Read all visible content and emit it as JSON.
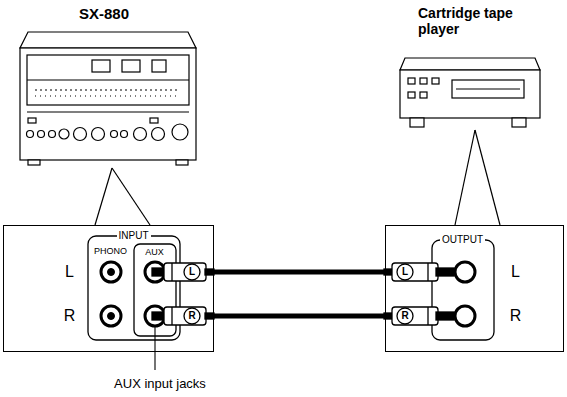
{
  "diagram": {
    "nodes": [
      {
        "text": [
          "INPUT",
          "PHONO",
          "AUX",
          "L",
          "R"
        ]
      },
      {
        "text": [
          "OUTPUT",
          "L",
          "R"
        ]
      }
    ],
    "edges": [
      {
        "from": 0,
        "to": 1,
        "arrow": "none"
      },
      {
        "from": 0,
        "to": 1,
        "arrow": "none"
      }
    ],
    "labels": [
      "SX-880",
      "Cartridge tape player",
      "L",
      "R",
      "L",
      "R",
      "AUX input jacks"
    ]
  }
}
